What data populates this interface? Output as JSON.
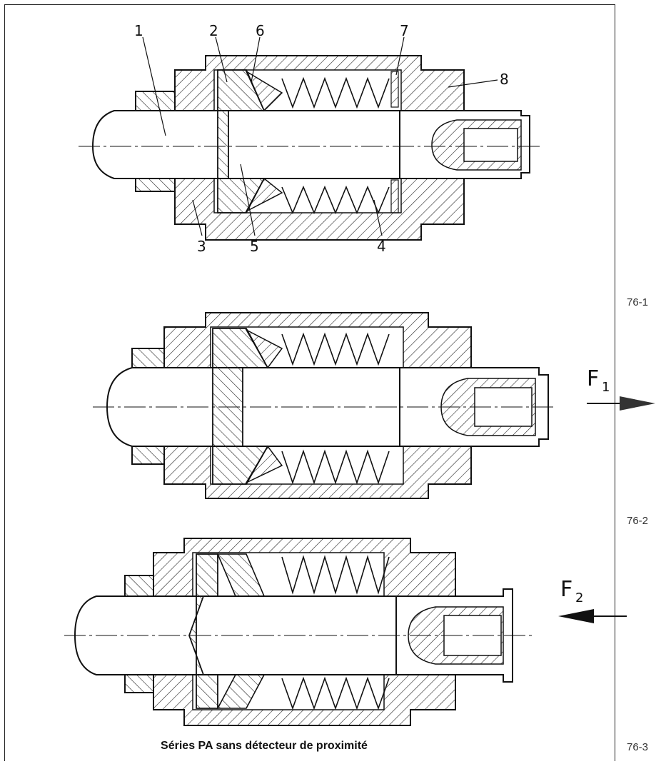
{
  "part_labels": [
    "1",
    "2",
    "3",
    "4",
    "5",
    "6",
    "7",
    "8"
  ],
  "figure_ids": [
    "76-1",
    "76-2",
    "76-3"
  ],
  "forces": [
    {
      "symbol": "F",
      "subscript": "1",
      "direction": "right"
    },
    {
      "symbol": "F",
      "subscript": "2",
      "direction": "left"
    }
  ],
  "caption": "Séries PA sans détecteur de proximité"
}
